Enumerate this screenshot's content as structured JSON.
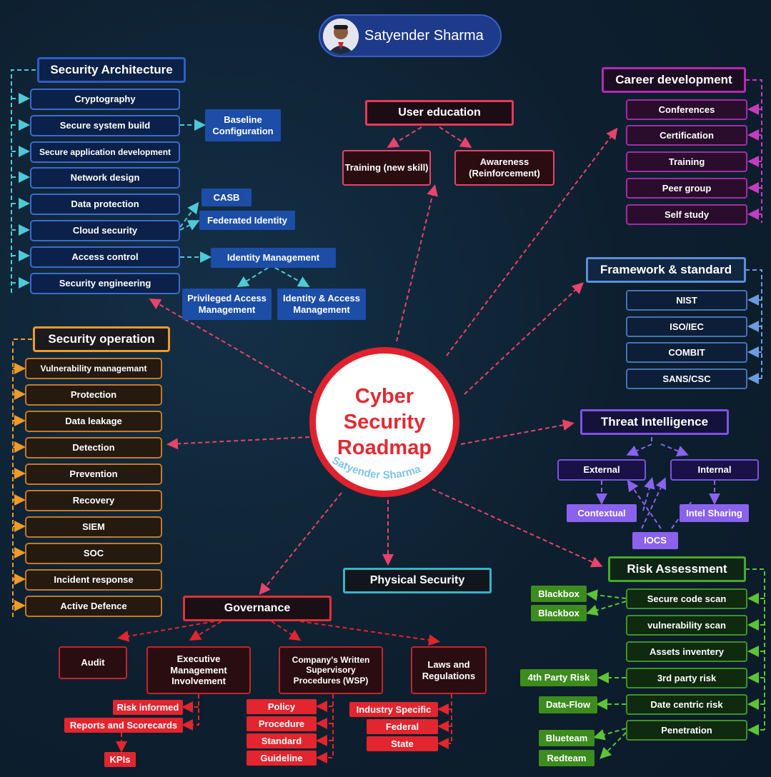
{
  "author": {
    "name": "Satyender Sharma"
  },
  "center": {
    "title": "Cyber Security Roadmap",
    "signature": "Satyender Sharma"
  },
  "security_architecture": {
    "title": "Security Architecture",
    "items": [
      "Cryptography",
      "Secure system build",
      "Secure application development",
      "Network design",
      "Data protection",
      "Cloud security",
      "Access control",
      "Security engineering"
    ],
    "baseline": "Baseline Configuration",
    "casb": "CASB",
    "federated": "Federated Identity",
    "identity_mgmt": "Identity Management",
    "pam": "Privileged Access Management",
    "iam": "Identity & Access Management"
  },
  "security_operation": {
    "title": "Security operation",
    "items": [
      "Vulnerability managemant",
      "Protection",
      "Data leakage",
      "Detection",
      "Prevention",
      "Recovery",
      "SIEM",
      "SOC",
      "Incident response",
      "Active Defence"
    ]
  },
  "user_education": {
    "title": "User education",
    "training": "Training (new skill)",
    "awareness": "Awareness (Reinforcement)"
  },
  "career": {
    "title": "Career development",
    "items": [
      "Conferences",
      "Certification",
      "Training",
      "Peer group",
      "Self study"
    ]
  },
  "framework": {
    "title": "Framework & standard",
    "items": [
      "NIST",
      "ISO/IEC",
      "COMBIT",
      "SANS/CSC"
    ]
  },
  "threat": {
    "title": "Threat Intelligence",
    "external": "External",
    "internal": "Internal",
    "contextual": "Contextual",
    "intel_sharing": "Intel Sharing",
    "iocs": "IOCS"
  },
  "risk": {
    "title": "Risk Assessment",
    "items": [
      "Secure code scan",
      "vulnerability scan",
      "Assets inventery",
      "3rd party risk",
      "Date centric risk",
      "Penetration"
    ],
    "blackbox1": "Blackbox",
    "blackbox2": "Blackbox",
    "fourth_party": "4th Party Risk",
    "data_flow": "Data-Flow",
    "blueteam": "Blueteam",
    "redteam": "Redteam"
  },
  "physical": {
    "title": "Physical Security"
  },
  "governance": {
    "title": "Governance",
    "audit": "Audit",
    "exec": "Executive Management Involvement",
    "wsp": "Company's Written Supervisory Procedures (WSP)",
    "laws": "Laws and Regulations",
    "risk_informed": "Risk informed",
    "reports": "Reports and Scorecards",
    "kpis": "KPIs",
    "wsp_items": [
      "Policy",
      "Procedure",
      "Standard",
      "Guideline"
    ],
    "laws_items": [
      "Industry Specific",
      "Federal",
      "State"
    ]
  },
  "colors": {
    "red": "#e0222e",
    "blue": "#2f5dc4",
    "orange": "#f09a28",
    "magenta": "#b22bb0",
    "purple": "#7f52e6",
    "green": "#48a82c",
    "cyan": "#4ec9d6",
    "pink": "#e8436a"
  }
}
